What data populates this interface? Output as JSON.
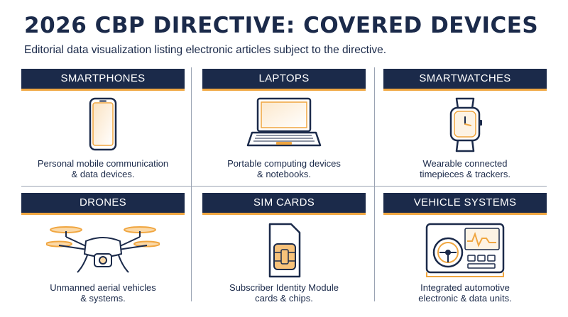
{
  "header": {
    "title": "2026 CBP DIRECTIVE: COVERED DEVICES",
    "subtitle": "Editorial data visualization listing electronic articles subject to the directive."
  },
  "colors": {
    "navy": "#1b2a4a",
    "accent": "#f0a640"
  },
  "cards": [
    {
      "label": "SMARTPHONES",
      "icon": "smartphone-icon",
      "desc1": "Personal mobile communication",
      "desc2": "& data devices."
    },
    {
      "label": "LAPTOPS",
      "icon": "laptop-icon",
      "desc1": "Portable computing devices",
      "desc2": "& notebooks."
    },
    {
      "label": "SMARTWATCHES",
      "icon": "smartwatch-icon",
      "desc1": "Wearable connected",
      "desc2": "timepieces & trackers."
    },
    {
      "label": "DRONES",
      "icon": "drone-icon",
      "desc1": "Unmanned aerial vehicles",
      "desc2": "& systems."
    },
    {
      "label": "SIM CARDS",
      "icon": "sim-card-icon",
      "desc1": "Subscriber Identity Module",
      "desc2": "cards & chips."
    },
    {
      "label": "VEHICLE SYSTEMS",
      "icon": "vehicle-dashboard-icon",
      "desc1": "Integrated automotive",
      "desc2": "electronic & data units."
    }
  ]
}
